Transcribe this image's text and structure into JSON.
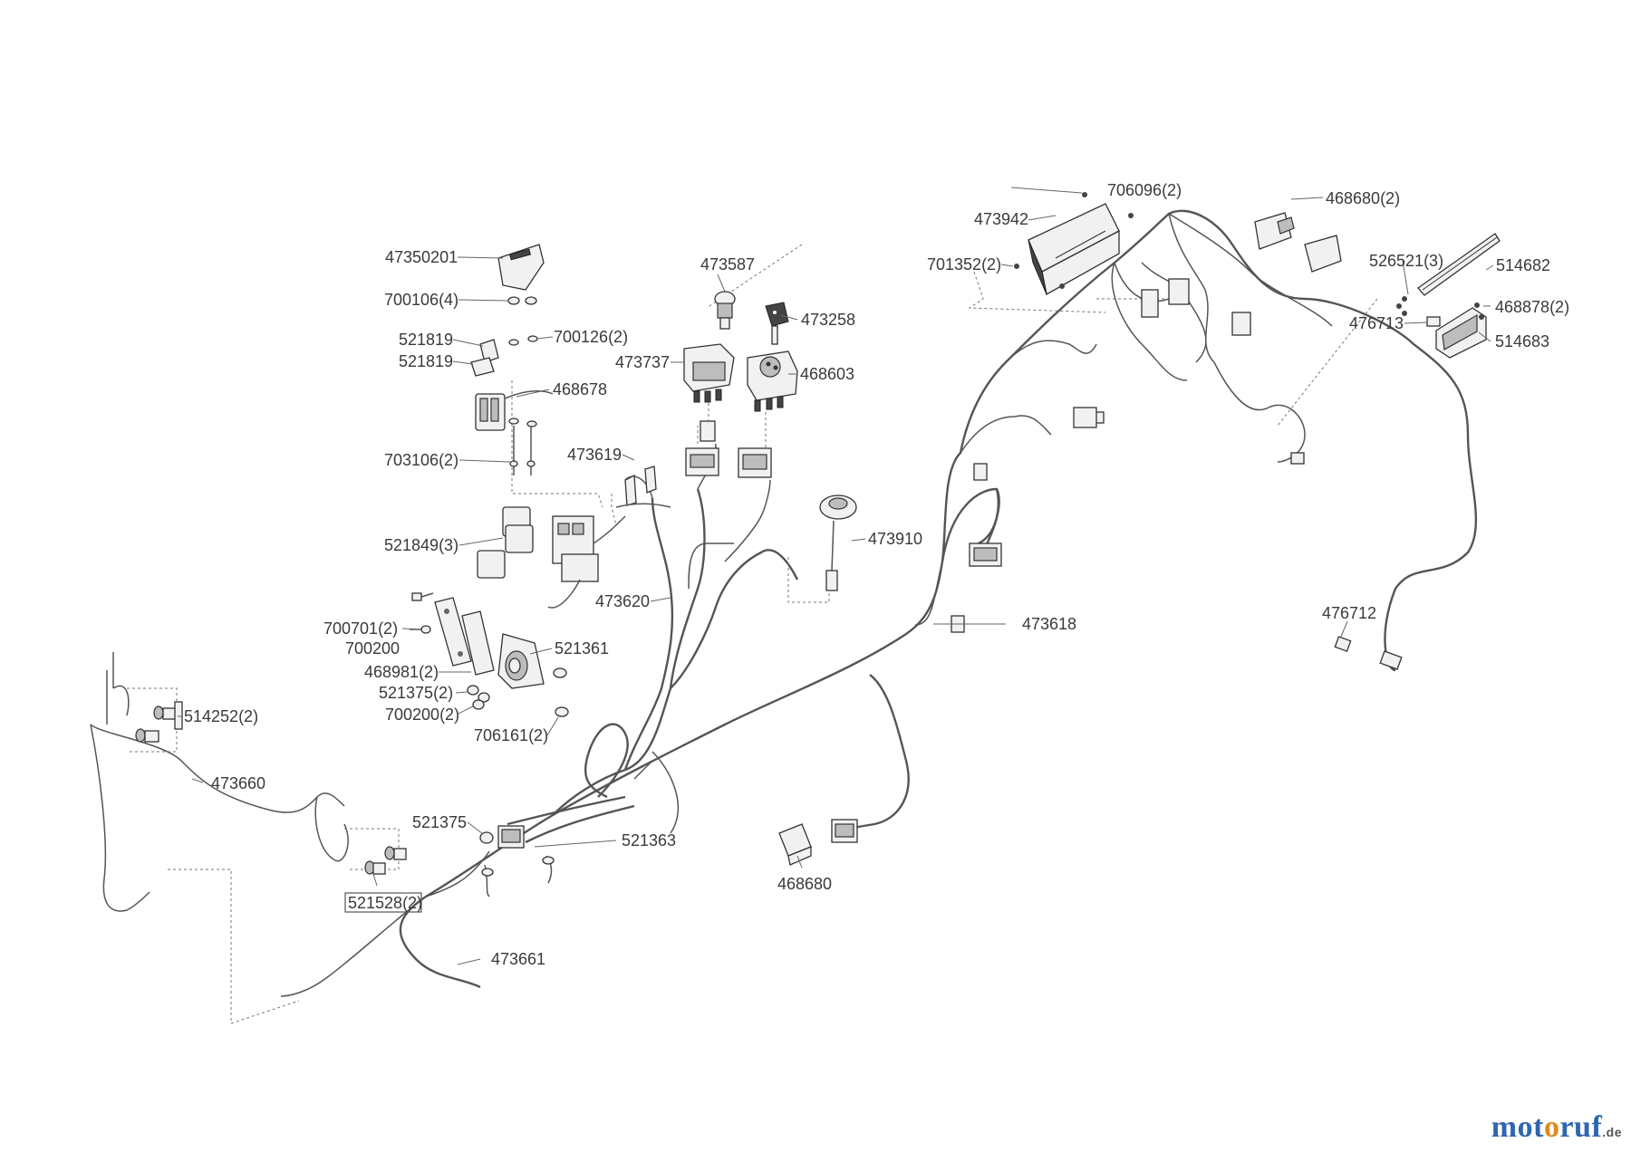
{
  "labels": {
    "p47350201": "47350201",
    "p700106_4": "700106(4)",
    "p521819_a": "521819",
    "p700126_2": "700126(2)",
    "p521819_b": "521819",
    "p468678": "468678",
    "p703106_2": "703106(2)",
    "p473587": "473587",
    "p473258": "473258",
    "p473737": "473737",
    "p468603": "468603",
    "p473619": "473619",
    "p521849_3": "521849(3)",
    "p473910": "473910",
    "p473620": "473620",
    "p700701_2": "700701(2)",
    "p700200": "700200",
    "p521361": "521361",
    "p468981_2": "468981(2)",
    "p521375_2": "521375(2)",
    "p700200_2": "700200(2)",
    "p706161_2": "706161(2)",
    "p514252_2": "514252(2)",
    "p473660": "473660",
    "p521375": "521375",
    "p521363": "521363",
    "p521528_2": "521528(2)",
    "p473661": "473661",
    "p468680": "468680",
    "p473618": "473618",
    "p706096_2": "706096(2)",
    "p473942": "473942",
    "p701352_2": "701352(2)",
    "p468680_2": "468680(2)",
    "p526521_3": "526521(3)",
    "p514682": "514682",
    "p468878_2": "468878(2)",
    "p476713": "476713",
    "p514683": "514683",
    "p476712": "476712"
  },
  "logo": {
    "part1": "mot",
    "part2": "o",
    "part3": "ruf",
    "tld": ".de"
  }
}
